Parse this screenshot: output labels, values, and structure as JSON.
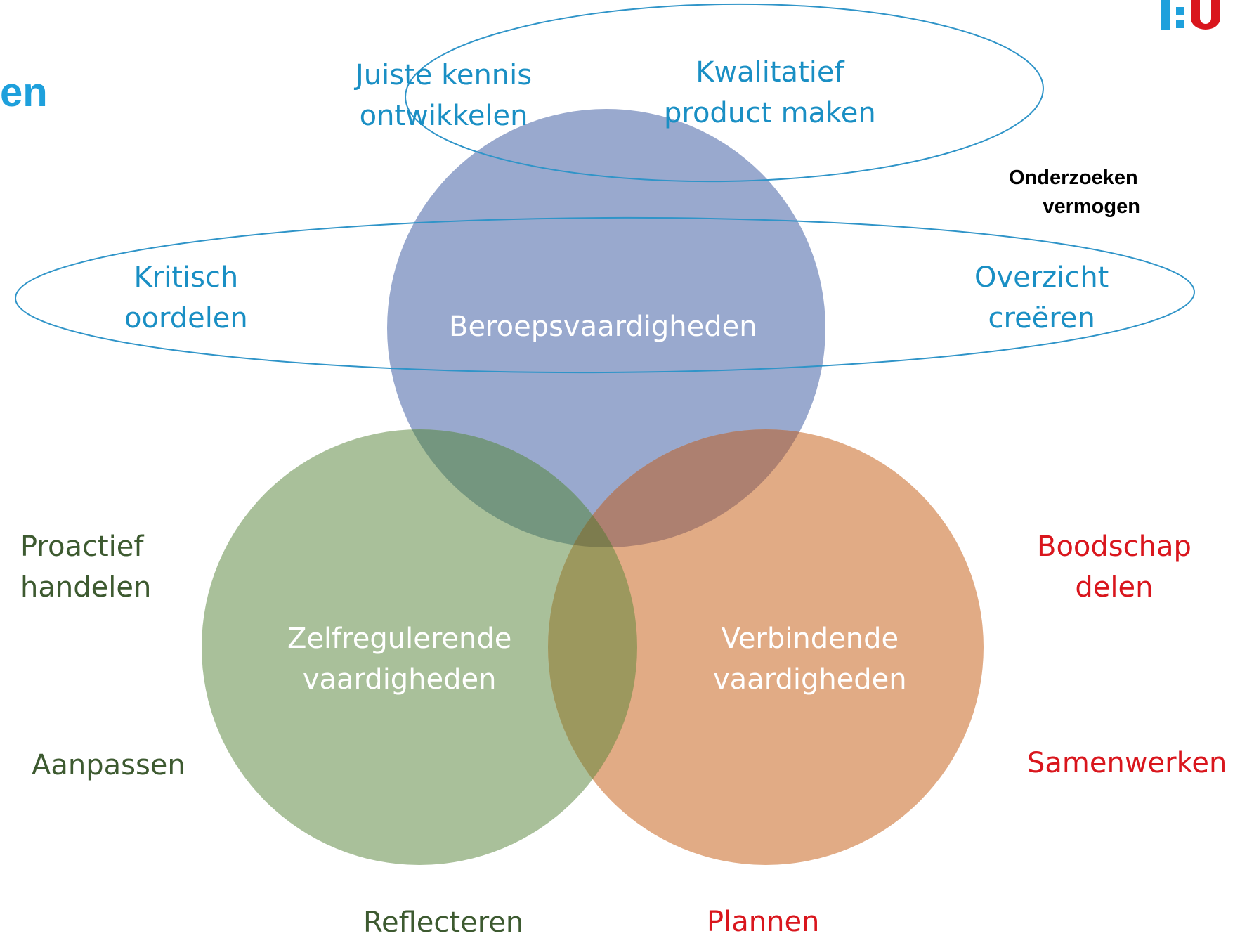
{
  "title_fragment": "en",
  "labels": {
    "top_left": "Juiste kennis\nontwikkelen",
    "top_right": "Kwalitatief\nproduct maken",
    "research": "Onderzoeken\n      vermogen",
    "mid_left": "Kritisch\noordelen",
    "mid_right": "Overzicht\ncreëren",
    "circle_top": "Beroepsvaardigheden",
    "circle_left": "Zelfregulerende\nvaardigheden",
    "circle_right": "Verbindende\nvaardigheden",
    "left_1": "Proactief\nhandelen",
    "left_2": "Aanpassen",
    "bottom_left": "Reflecteren",
    "bottom_right": "Plannen",
    "right_1": "Boodschap\ndelen",
    "right_2": "Samenwerken"
  },
  "colors": {
    "circle_blue": "#7f93bf",
    "circle_green": "#8fae7c",
    "circle_orange": "#d98d5a",
    "ellipse_stroke": "#2f94c8",
    "label_blue": "#1a8fc4",
    "label_green": "#3d5a30",
    "label_red": "#d9161d",
    "label_white": "#ffffff",
    "logo_blue": "#1ea0dc",
    "logo_red": "#d9161d"
  }
}
